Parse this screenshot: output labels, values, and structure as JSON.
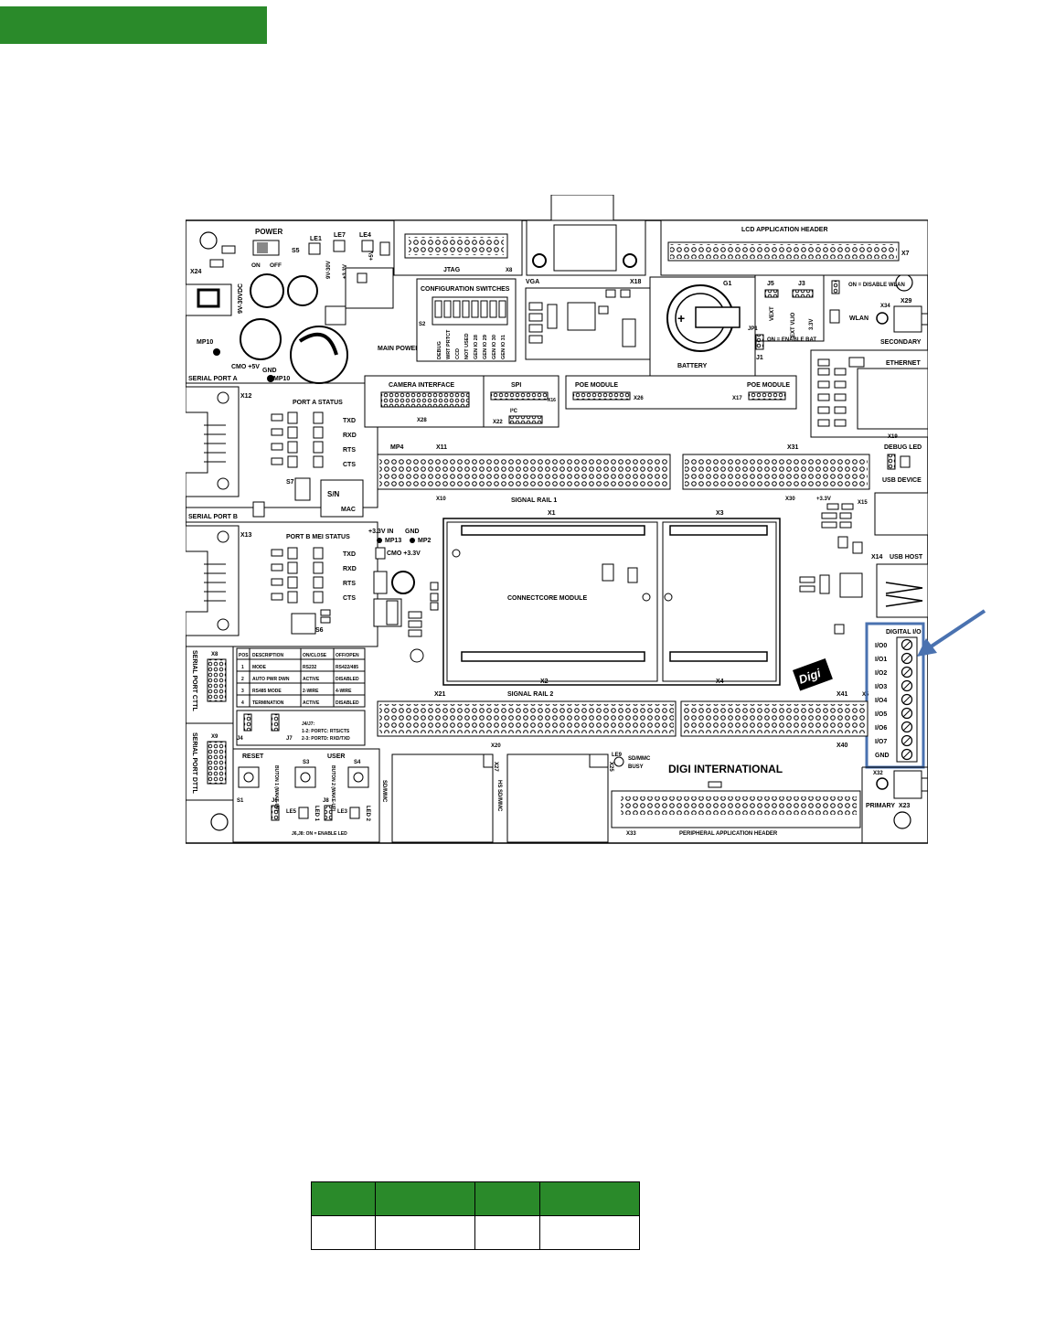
{
  "board": {
    "power_label": "POWER",
    "s5": "S5",
    "le1": "LE1",
    "le7": "LE7",
    "le4": "LE4",
    "on": "ON",
    "off": "OFF",
    "x24": "X24",
    "vin": "9V-30VDC",
    "v9_30": "9V-30V",
    "v3_3": "+3.3V",
    "v5": "+5V",
    "jtag": "JTAG",
    "x8": "X8",
    "config_switches": "CONFIGURATION SWITCHES",
    "s2": "S2",
    "switch_labels": [
      "DEBUG",
      "WRT PRTCT",
      "CCD",
      "NOT USED",
      "GEN IO 28",
      "GEN IO 29",
      "GEN IO 30",
      "GEN IO 31"
    ],
    "vga": "VGA",
    "x18": "X18",
    "lcd_header": "LCD APPLICATION HEADER",
    "x7": "X7",
    "g1": "G1",
    "battery": "BATTERY",
    "j5": "J5",
    "j3": "J3",
    "vext": "VEXT",
    "ext_vlio": "EXT VLIO",
    "v33": "3.3V",
    "jp1": "JP1",
    "on_enable_bat": "ON = ENABLE BAT",
    "j1": "J1",
    "on_disable_wlan": "ON = DISABLE WLAN",
    "x34": "X34",
    "x29": "X29",
    "wlan": "WLAN",
    "secondary": "SECONDARY",
    "ethernet": "ETHERNET",
    "x19": "X19",
    "mp10": "MP10",
    "cmo_5v": "CMO +5V",
    "gnd": "GND",
    "main_power": "MAIN POWER",
    "serial_port_a": "SERIAL PORT A",
    "x12": "X12",
    "port_a_status": "PORT A STATUS",
    "status_rows": [
      "TXD",
      "RXD",
      "RTS",
      "CTS"
    ],
    "s7": "S7",
    "sn": "S/N",
    "mac": "MAC",
    "camera_interface": "CAMERA INTERFACE",
    "x28": "X28",
    "spi": "SPI",
    "x16": "X16",
    "i2c": "I²C",
    "x22": "X22",
    "poe_module_left": "POE MODULE",
    "x26": "X26",
    "poe_module_right": "POE MODULE",
    "x17": "X17",
    "mp4": "MP4",
    "x11": "X11",
    "x31": "X31",
    "x10": "X10",
    "x30": "X30",
    "signal_rail_1": "SIGNAL RAIL 1",
    "v3_3b": "+3.3V",
    "debug_led": "DEBUG LED",
    "usb_device": "USB DEVICE",
    "x15": "X15",
    "x14": "X14",
    "usb_host": "USB HOST",
    "serial_port_b": "SERIAL PORT B",
    "x13": "X13",
    "port_b_mei_status": "PORT B MEI STATUS",
    "s6": "S6",
    "v33_in": "+3.3V IN",
    "mp13": "MP13",
    "mp2": "MP2",
    "cmo_33": "CMO +3.3V",
    "x1": "X1",
    "x3": "X3",
    "x2": "X2",
    "x4": "X4",
    "connectcore": "CONNECTCORE MODULE",
    "digital_io": "DIGITAL I/O",
    "x5": "X5",
    "io_labels": [
      "I/O0",
      "I/O1",
      "I/O2",
      "I/O3",
      "I/O4",
      "I/O5",
      "I/O6",
      "I/O7",
      "GND"
    ],
    "serial_port_cttl": "SERIAL PORT CTTL",
    "x8b": "X8",
    "serial_port_dttl": "SERIAL PORT DTTL",
    "x9": "X9",
    "table_head": [
      "POS",
      "DESCRIPTION",
      "ON/CLOSE",
      "OFF/OPEN"
    ],
    "table_rows": [
      [
        "1",
        "MODE",
        "RS232",
        "RS422/485"
      ],
      [
        "2",
        "AUTO PWR DWN",
        "ACTIVE",
        "DISABLED"
      ],
      [
        "3",
        "RS485 MODE",
        "2-WIRE",
        "4-WIRE"
      ],
      [
        "4",
        "TERMINATION",
        "ACTIVE",
        "DISABLED"
      ]
    ],
    "j4j7": "J4/J7:",
    "j4j7_1": "1-2: PORTC: RTS/CTS",
    "j4j7_2": "2-3: PORTD: RXD/TXD",
    "j4": "J4",
    "j7": "J7",
    "signal_rail_2": "SIGNAL RAIL 2",
    "x21": "X21",
    "x41": "X41",
    "x20": "X20",
    "x40": "X40",
    "reset": "RESET",
    "s1": "S1",
    "user": "USER",
    "s3": "S3",
    "s4": "S4",
    "button1": "BUTON 1 (WAKE-UP)",
    "button2": "BUTON 2 (WAKE-UP)",
    "le5": "LE5",
    "le3": "LE3",
    "led1": "LED 1",
    "led2": "LED 2",
    "j6": "J6",
    "j8": "J8",
    "j6j8": "J6,J8: ON = ENABLE LED",
    "sdmmc": "SD/MMC",
    "x27": "X27",
    "hs_sdmmc": "HS SD/MMC",
    "x25": "X25",
    "le9": "LE9",
    "sdmmc_busy_1": "SD/MMC",
    "sdmmc_busy_2": "BUSY",
    "digi_intl": "DIGI INTERNATIONAL",
    "digi_logo": "Digi",
    "x33": "X33",
    "peripheral_header": "PERIPHERAL APPLICATION HEADER",
    "x32": "X32",
    "primary": "PRIMARY",
    "x23": "X23"
  },
  "colors": {
    "header_green": "#2a8a2a",
    "highlight_blue": "#4a72b0"
  }
}
